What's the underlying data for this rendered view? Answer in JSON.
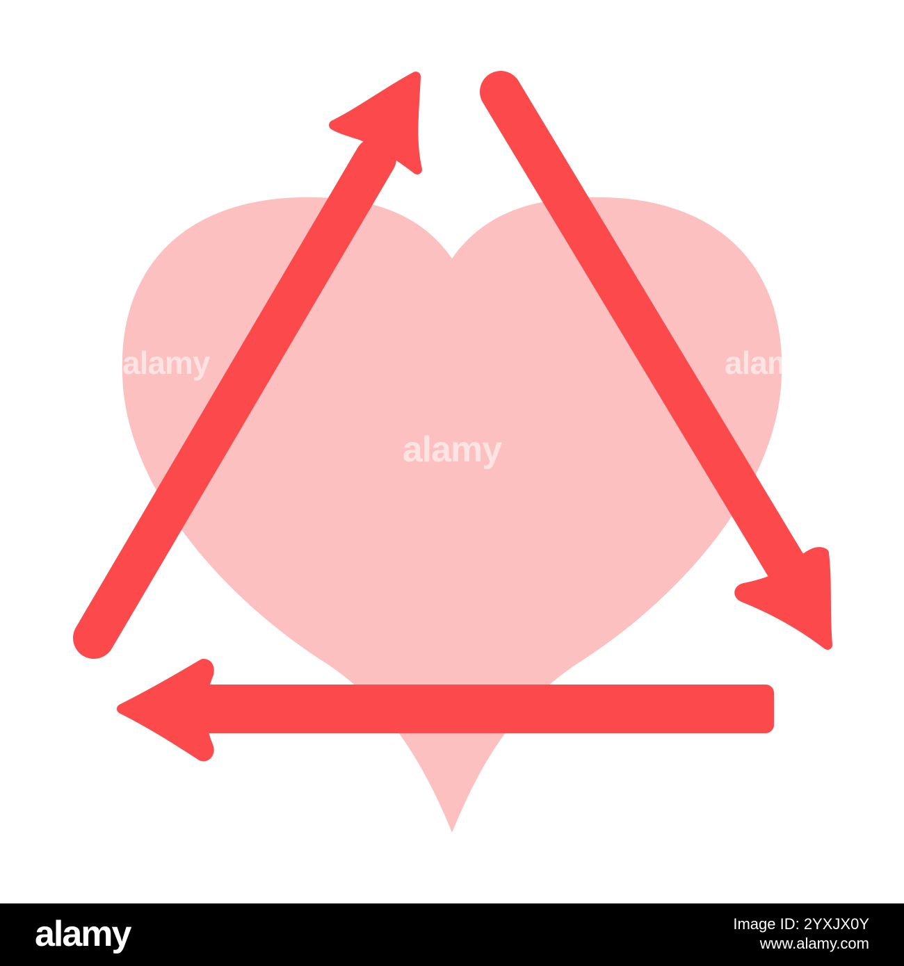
{
  "watermark": {
    "center": "alamy",
    "left_fragment": "alamy",
    "right_fragment": "alam"
  },
  "footer": {
    "logo": "alamy",
    "image_id_label": "Image ID: 2YXJX0Y",
    "site": "www.alamy.com"
  },
  "colors": {
    "heart": "#fcc0c1",
    "arrow": "#fc4a4c",
    "background": "#ffffff",
    "footer_bg": "#000000",
    "footer_text": "#ffffff"
  },
  "icons": {
    "heart": "heart-icon",
    "cycle_arrows": [
      "arrow-up-right-icon",
      "arrow-down-right-icon",
      "arrow-left-icon"
    ]
  }
}
